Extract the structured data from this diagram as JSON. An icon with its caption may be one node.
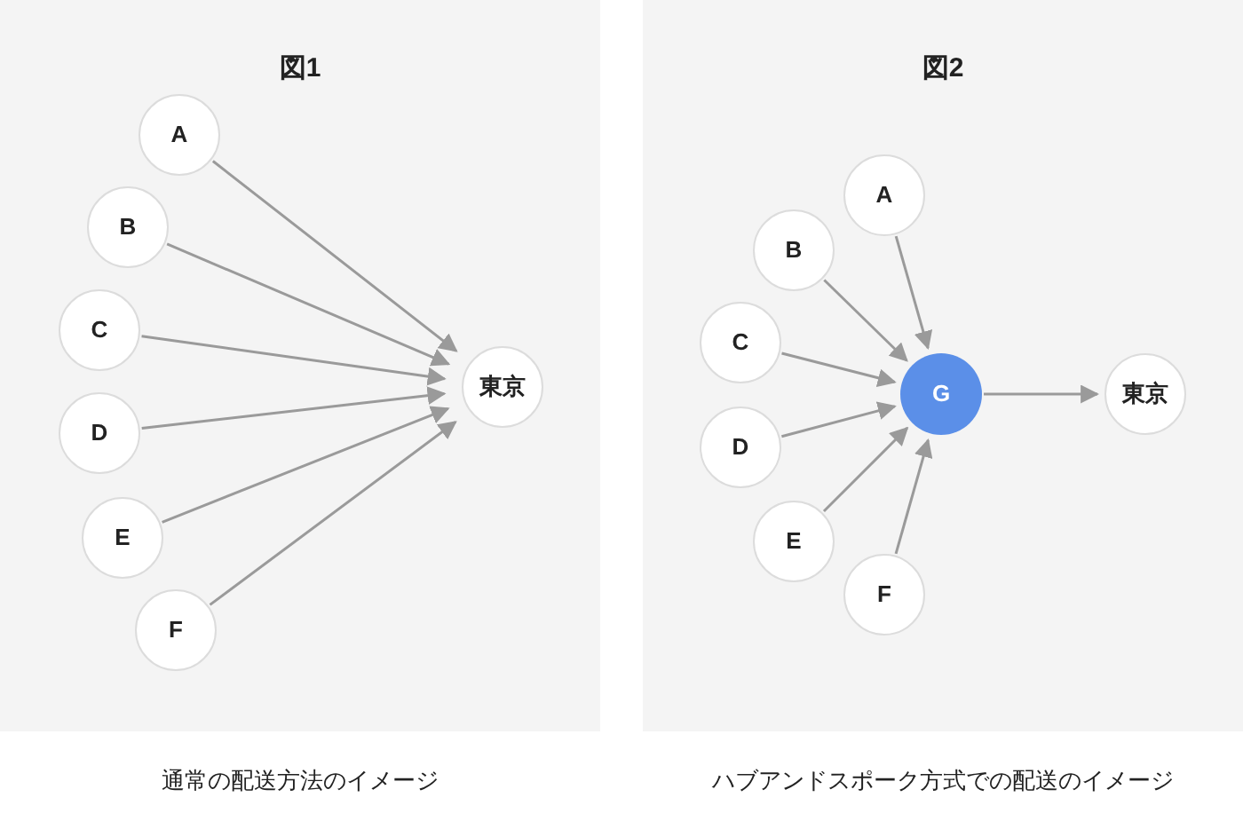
{
  "diagram": {
    "nodes": [
      {
        "text": [
          "図1"
        ],
        "beside": [
          "通常の配送方法のイメージ"
        ]
      },
      {
        "text": [
          "A"
        ],
        "in": 0
      },
      {
        "text": [
          "B"
        ],
        "in": 0
      },
      {
        "text": [
          "C"
        ],
        "in": 0
      },
      {
        "text": [
          "D"
        ],
        "in": 0
      },
      {
        "text": [
          "E"
        ],
        "in": 0
      },
      {
        "text": [
          "F"
        ],
        "in": 0
      },
      {
        "text": [
          "東京"
        ],
        "in": 0
      },
      {
        "text": [
          "図2"
        ],
        "beside": [
          "ハブアンドスポーク方式での配送のイメージ"
        ]
      },
      {
        "text": [
          "A"
        ],
        "in": 8
      },
      {
        "text": [
          "B"
        ],
        "in": 8
      },
      {
        "text": [
          "C"
        ],
        "in": 8
      },
      {
        "text": [
          "D"
        ],
        "in": 8
      },
      {
        "text": [
          "E"
        ],
        "in": 8
      },
      {
        "text": [
          "F"
        ],
        "in": 8
      },
      {
        "text": [
          "G"
        ],
        "in": 8
      },
      {
        "text": [
          "東京"
        ],
        "in": 8
      }
    ],
    "edges": [
      {
        "from": 1,
        "to": 7,
        "arrow": "to"
      },
      {
        "from": 2,
        "to": 7,
        "arrow": "to"
      },
      {
        "from": 3,
        "to": 7,
        "arrow": "to"
      },
      {
        "from": 4,
        "to": 7,
        "arrow": "to"
      },
      {
        "from": 5,
        "to": 7,
        "arrow": "to"
      },
      {
        "from": 6,
        "to": 7,
        "arrow": "to"
      },
      {
        "from": 9,
        "to": 15,
        "arrow": "to"
      },
      {
        "from": 10,
        "to": 15,
        "arrow": "to"
      },
      {
        "from": 11,
        "to": 15,
        "arrow": "to"
      },
      {
        "from": 12,
        "to": 15,
        "arrow": "to"
      },
      {
        "from": 13,
        "to": 15,
        "arrow": "to"
      },
      {
        "from": 14,
        "to": 15,
        "arrow": "to"
      },
      {
        "from": 15,
        "to": 16,
        "arrow": "to"
      }
    ]
  }
}
